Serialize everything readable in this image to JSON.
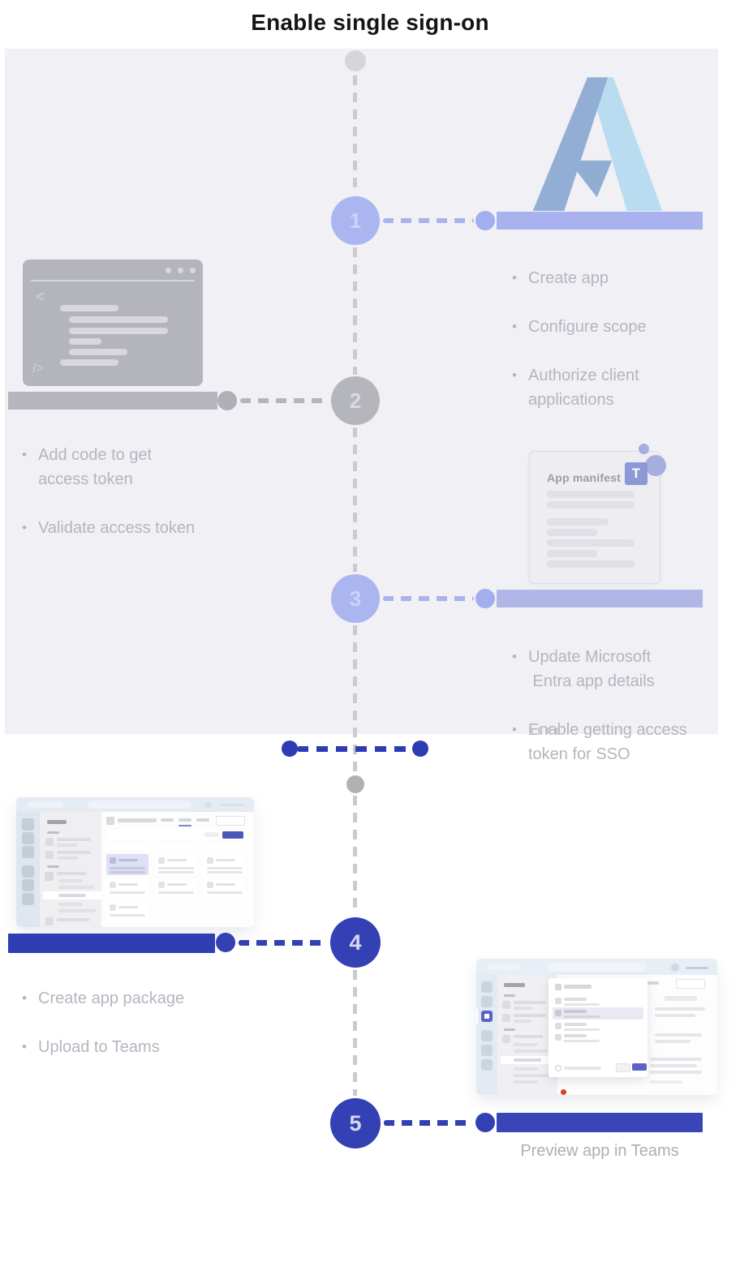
{
  "title": "Enable single sign-on",
  "steps": [
    {
      "number": "1",
      "bullets": [
        "Create app",
        "Configure scope",
        "Authorize client\napplications"
      ]
    },
    {
      "number": "2",
      "bullets": [
        "Add code to get\naccess token",
        "Validate access token"
      ]
    },
    {
      "number": "3",
      "bullets": [
        "Update Microsoft\n Entra app details",
        "Enable getting access\ntoken for SSO"
      ]
    },
    {
      "number": "4",
      "bullets": [
        "Create app package",
        "Upload to Teams"
      ]
    },
    {
      "number": "5",
      "caption": "Preview app in Teams"
    }
  ],
  "artifacts": {
    "azure_logo": "azure-logo",
    "code_editor": "code-editor-illustration",
    "app_manifest": {
      "label": "App manifest",
      "logo": "teams-logo",
      "logo_letter": "T"
    },
    "teams_store_screenshot": "teams-app-catalog-screenshot",
    "teams_preview_screenshot": "teams-upload-dialog-screenshot"
  },
  "colors": {
    "panel_bg": "#f0f0f5",
    "accent_light_purple": "#aab4ef",
    "accent_grey": "#b5b5bd",
    "accent_dark_blue": "#3441b4",
    "connector_blue": "#2e3cb4",
    "bullet_text_grey": "#b5b5bf",
    "title_text": "#151515",
    "teams_purple": "#5b63c7",
    "azure_light_blue": "#b9dcf1",
    "azure_grey_blue": "#93aed4",
    "alert_red_dot": "#d2451e"
  }
}
